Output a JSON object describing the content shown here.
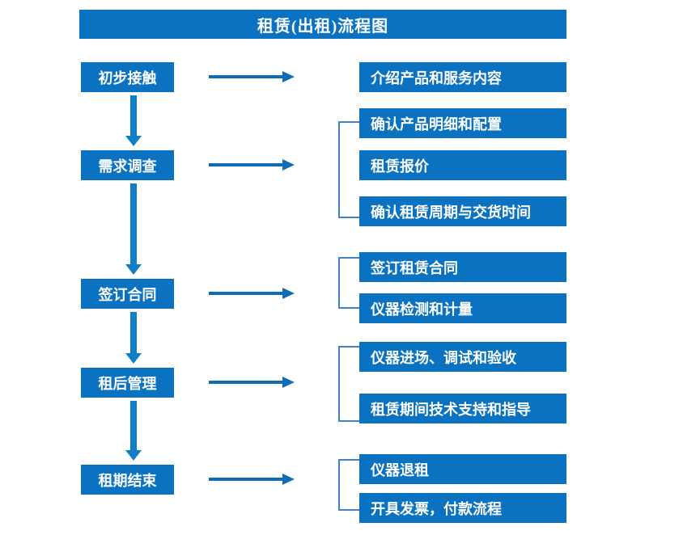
{
  "header": {
    "title": "租赁(出租)流程图"
  },
  "colors": {
    "box_blue": "#0a72c0",
    "arrow_blue": "#0f6cb5",
    "vertical_arrow_blue": "#0f7fc8",
    "bracket_blue": "#3f83c4",
    "text_white": "#ffffff",
    "background": "#ffffff"
  },
  "stages": [
    {
      "label": "初步接触"
    },
    {
      "label": "需求调查"
    },
    {
      "label": "签订合同"
    },
    {
      "label": "租后管理"
    },
    {
      "label": "租期结束"
    }
  ],
  "details": [
    {
      "label": "介绍产品和服务内容"
    },
    {
      "label": "确认产品明细和配置"
    },
    {
      "label": "租赁报价"
    },
    {
      "label": "确认租赁周期与交货时间"
    },
    {
      "label": "签订租赁合同"
    },
    {
      "label": "仪器检测和计量"
    },
    {
      "label": "仪器进场、调试和验收"
    },
    {
      "label": "租赁期间技术支持和指导"
    },
    {
      "label": "仪器退租"
    },
    {
      "label": "开具发票，付款流程"
    }
  ],
  "groups": [
    {
      "name": "需求调查-group",
      "items": [
        "确认产品明细和配置",
        "租赁报价",
        "确认租赁周期与交货时间"
      ]
    },
    {
      "name": "签订合同-group",
      "items": [
        "签订租赁合同",
        "仪器检测和计量"
      ]
    },
    {
      "name": "租后管理-group",
      "items": [
        "仪器进场、调试和验收",
        "租赁期间技术支持和指导"
      ]
    },
    {
      "name": "租期结束-group",
      "items": [
        "仪器退租",
        "开具发票，付款流程"
      ]
    }
  ],
  "icons": {
    "right_arrow": "right-arrow-icon",
    "down_arrow": "down-arrow-icon",
    "bracket": "left-bracket-icon"
  }
}
